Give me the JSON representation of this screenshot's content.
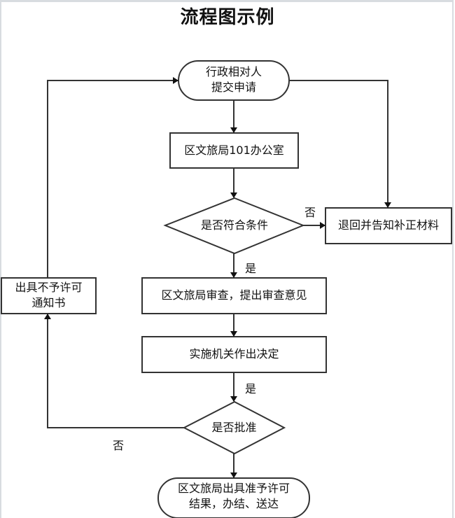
{
  "title": "流程图示例",
  "nodes": {
    "start": {
      "type": "terminator",
      "lines": [
        "行政相对人",
        "提交申请"
      ]
    },
    "office": {
      "type": "process",
      "text": "区文旅局101办公室"
    },
    "check": {
      "type": "decision",
      "text": "是否符合条件"
    },
    "return": {
      "type": "process",
      "text": "退回并告知补正材料"
    },
    "review": {
      "type": "process",
      "text": "区文旅局审查，提出审查意见"
    },
    "decide": {
      "type": "process",
      "text": "实施机关作出决定"
    },
    "approve": {
      "type": "decision",
      "text": "是否批准"
    },
    "deny": {
      "type": "process",
      "lines": [
        "出具不予许可",
        "通知书"
      ]
    },
    "end": {
      "type": "terminator",
      "lines": [
        "区文旅局出具准予许可",
        "结果，办结、送达"
      ]
    }
  },
  "edge_labels": {
    "check_no": "否",
    "check_yes": "是",
    "decide_yes": "是",
    "approve_no": "否"
  },
  "colors": {
    "stroke": "#333333",
    "text": "#111111",
    "frame": "#d8dce0"
  }
}
